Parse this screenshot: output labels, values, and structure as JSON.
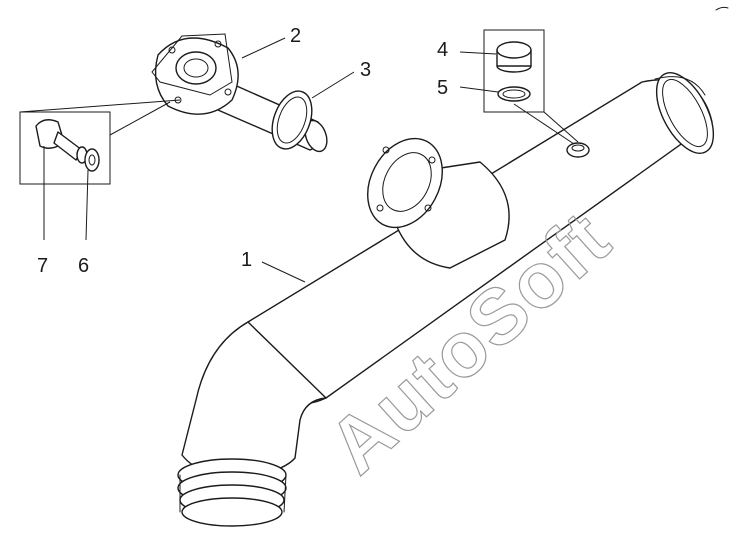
{
  "figure": {
    "watermark": "AutoSoft",
    "callouts": [
      {
        "id": "1",
        "label": "1"
      },
      {
        "id": "2",
        "label": "2"
      },
      {
        "id": "3",
        "label": "3"
      },
      {
        "id": "4",
        "label": "4"
      },
      {
        "id": "5",
        "label": "5"
      },
      {
        "id": "6",
        "label": "6"
      },
      {
        "id": "7",
        "label": "7"
      }
    ],
    "parts": {
      "pipe": "main-pipe",
      "flange_tube": "flanged-tube",
      "clamp_ring": "clamp-ring",
      "plug": "plug",
      "seal_ring": "seal-ring",
      "washer": "washer",
      "bolt": "bolt"
    }
  },
  "colors": {
    "line": "#1b1b1b",
    "background": "#ffffff",
    "watermark": "#9a9a9a"
  }
}
